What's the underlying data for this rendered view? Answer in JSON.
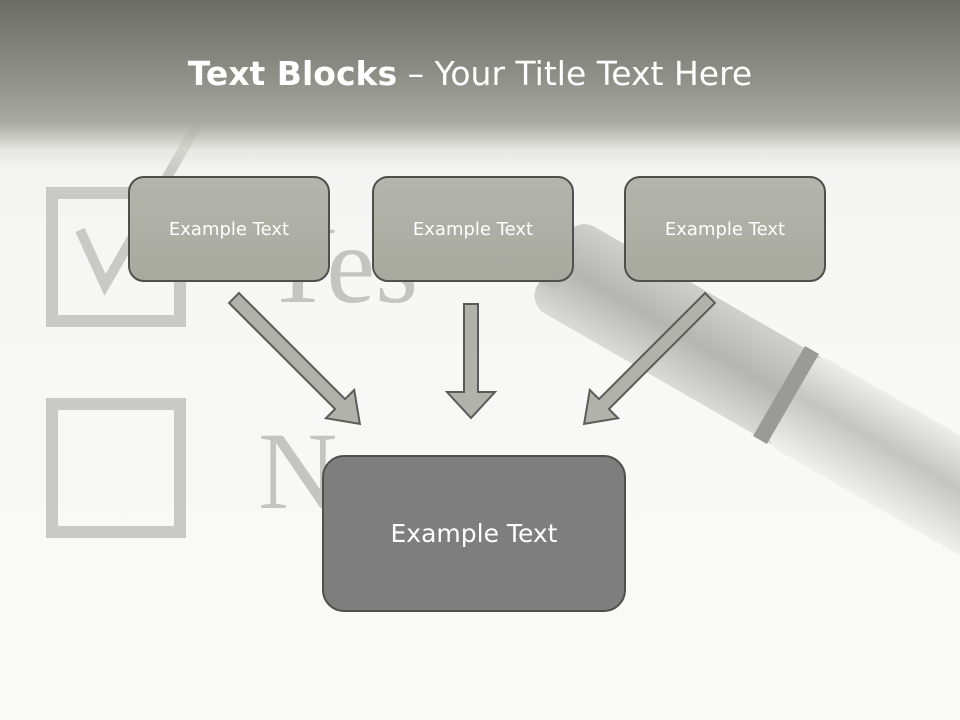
{
  "title": {
    "bold": "Text Blocks",
    "dash": "–",
    "rest": "Your Title Text Here"
  },
  "blocks": {
    "left": "Example Text",
    "center": "Example Text",
    "right": "Example Text",
    "main": "Example Text"
  },
  "background": {
    "yes_label": "Yes",
    "no_label": "No"
  },
  "colors": {
    "title_band": "#8e8f86",
    "block_fill": "#aeafa6",
    "block_border": "#4f504b",
    "main_fill": "#7e7e7e",
    "arrow_fill": "#b1b2a9"
  }
}
